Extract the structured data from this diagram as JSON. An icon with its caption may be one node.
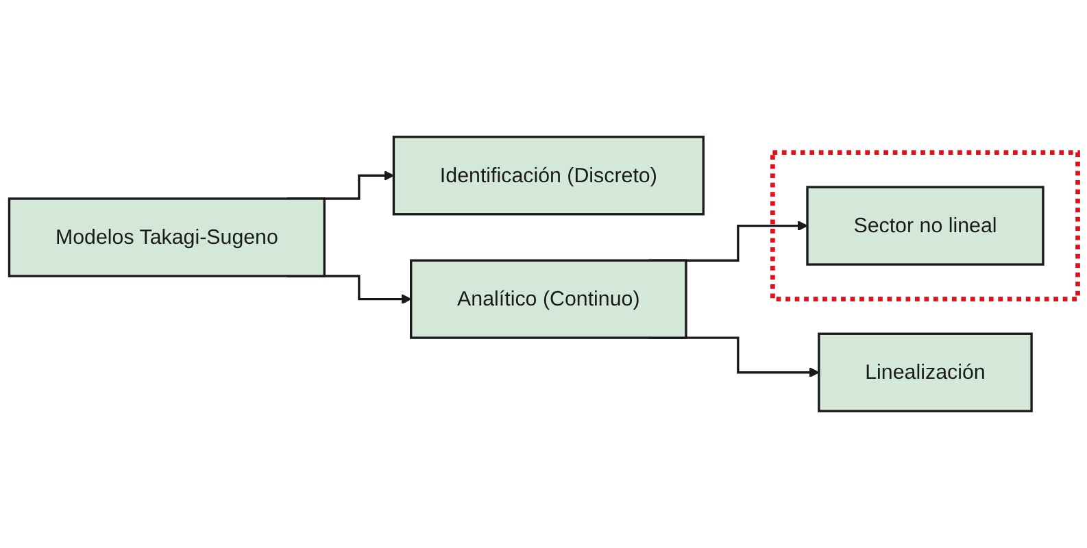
{
  "diagram": {
    "nodes": [
      {
        "text": [
          "Modelos Takagi-Sugeno"
        ]
      },
      {
        "text": [
          "Identificación (Discreto)"
        ]
      },
      {
        "text": [
          "Analítico (Continuo)"
        ]
      },
      {
        "text": [],
        "shape": "box"
      },
      {
        "text": [
          "Sector no lineal"
        ],
        "in": 3
      },
      {
        "text": [
          "Linealización"
        ]
      }
    ],
    "edges": [
      {
        "from": 0,
        "to": 1,
        "arrow": "to"
      },
      {
        "from": 0,
        "to": 2,
        "arrow": "to"
      },
      {
        "from": 2,
        "to": 4,
        "arrow": "to"
      },
      {
        "from": 2,
        "to": 5,
        "arrow": "to"
      }
    ]
  }
}
